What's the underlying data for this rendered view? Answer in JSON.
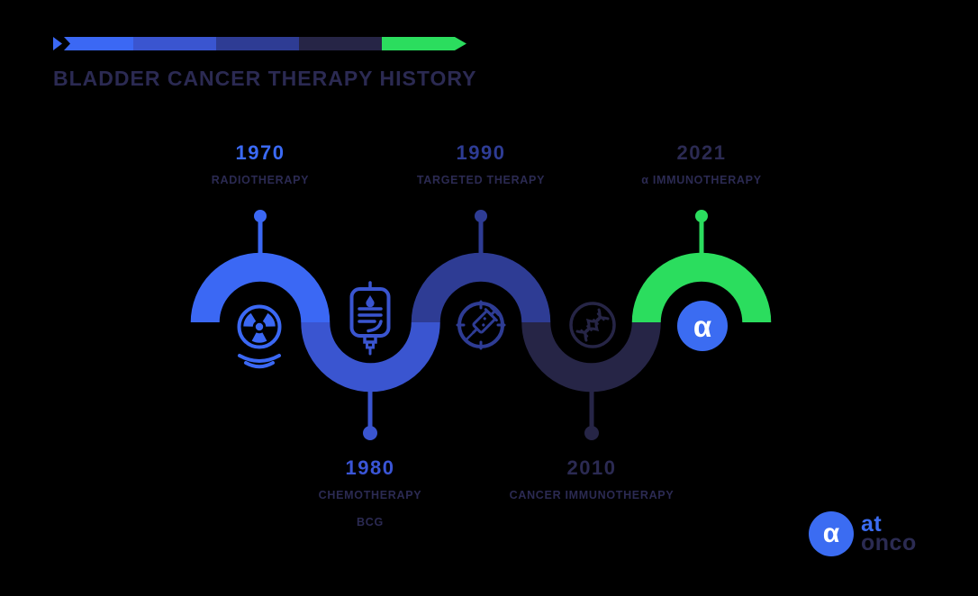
{
  "header": {
    "title": "BLADDER CANCER THERAPY HISTORY",
    "bar_colors": [
      "#3b68f4",
      "#3a55d0",
      "#2e3c94",
      "#262546",
      "#2bdd5e"
    ]
  },
  "colors": {
    "background": "#000000",
    "text_dark": "#2b2a52",
    "accent_blue": "#3b6cf2",
    "white": "#ffffff"
  },
  "milestones": [
    {
      "year": "1970",
      "year_color": "#3b6af5",
      "color": "#3b68f4",
      "labels": [
        "RADIOTHERAPY"
      ],
      "icon": "radiation-icon",
      "position": "top"
    },
    {
      "year": "1980",
      "year_color": "#3a55d6",
      "color": "#3a55d0",
      "labels": [
        "CHEMOTHERAPY",
        "BCG"
      ],
      "icon": "iv-drip-icon",
      "position": "bottom"
    },
    {
      "year": "1990",
      "year_color": "#2e3c94",
      "color": "#2e3c94",
      "labels": [
        "TARGETED THERAPY"
      ],
      "icon": "syringe-target-icon",
      "position": "top"
    },
    {
      "year": "2010",
      "year_color": "#2b2a52",
      "color": "#262546",
      "labels": [
        "CANCER IMMUNOTHERAPY"
      ],
      "icon": "dna-icon",
      "position": "bottom"
    },
    {
      "year": "2021",
      "year_color": "#2b2a52",
      "color": "#2bdd5e",
      "labels": [
        "α IMMUNOTHERAPY"
      ],
      "icon": "alpha-badge",
      "position": "top"
    }
  ],
  "badge": {
    "symbol": "α",
    "background": "#3b6cf2"
  },
  "logo": {
    "symbol": "α",
    "line1": "at",
    "line2": "onco",
    "circle_color": "#3b6cf2",
    "line1_color": "#3b6cf2",
    "line2_color": "#2b2b52"
  }
}
